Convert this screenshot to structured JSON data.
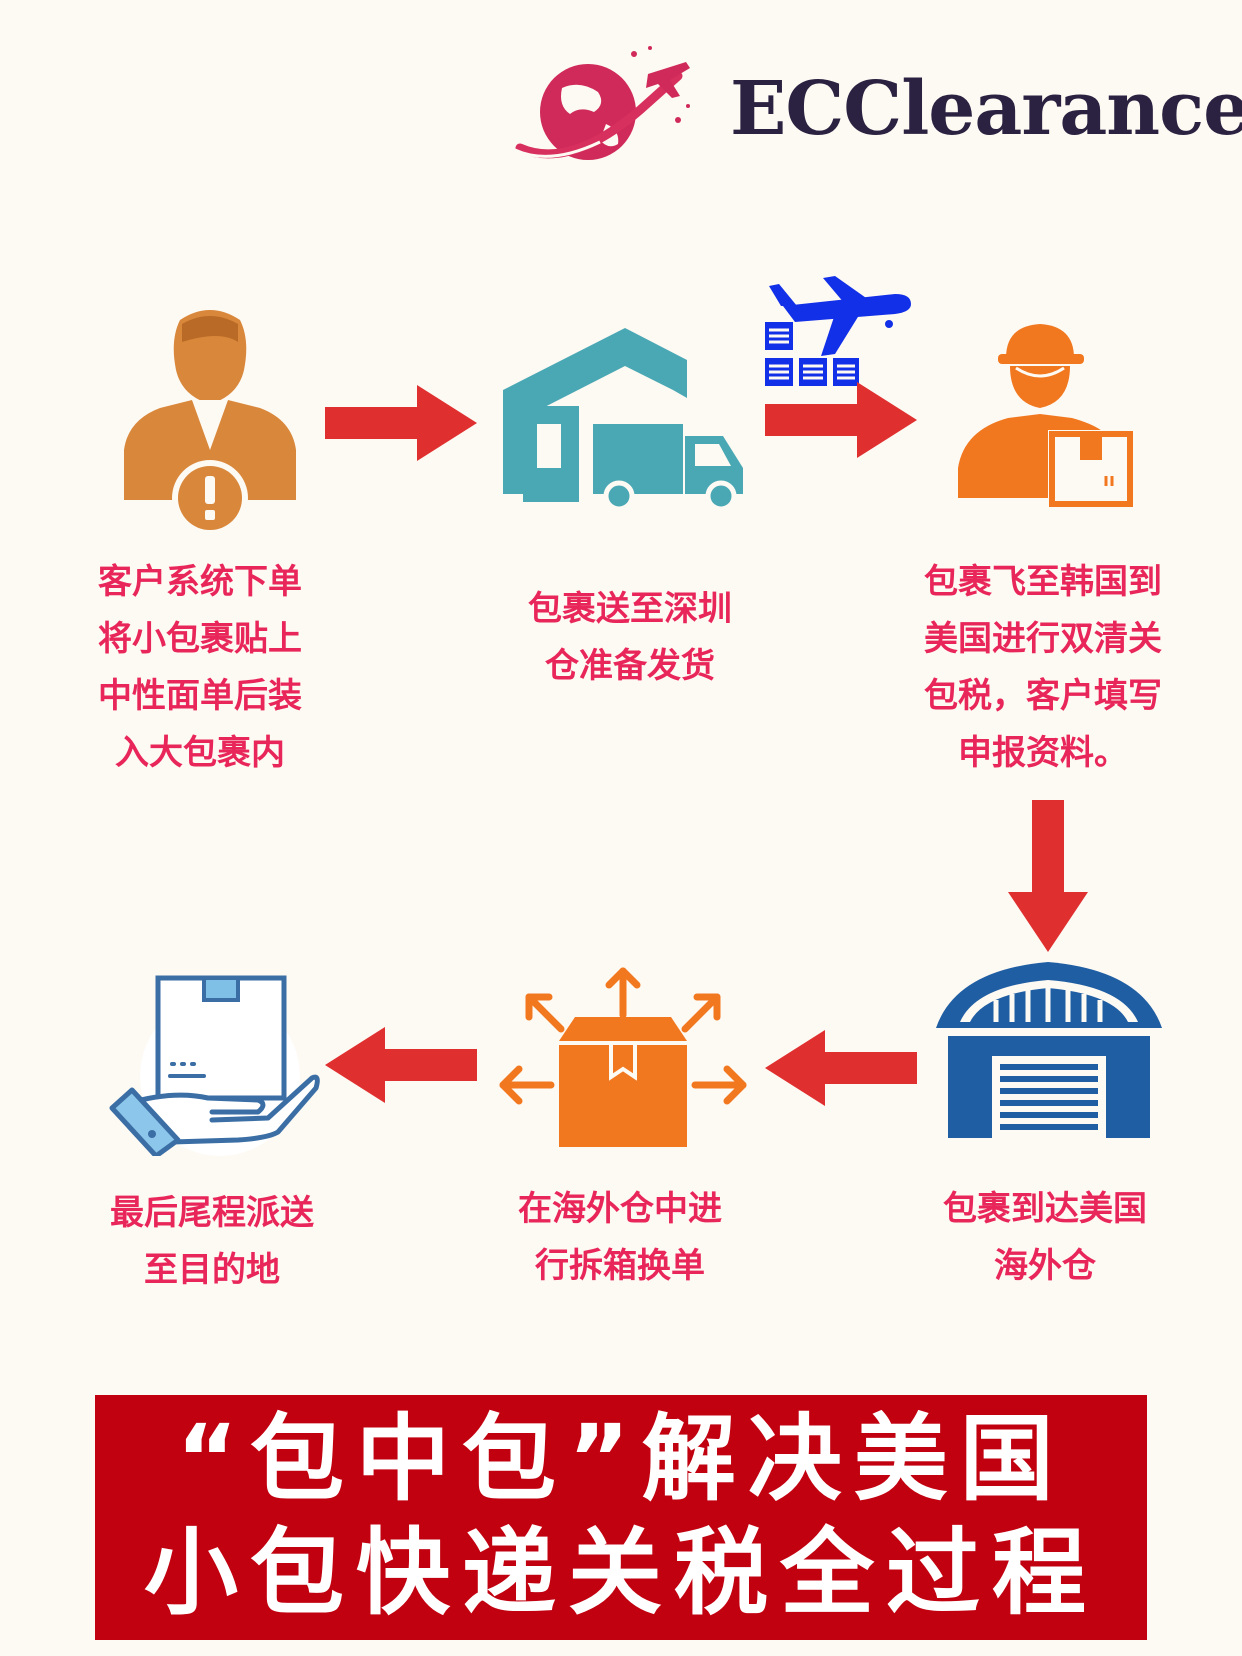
{
  "brand": {
    "name": "ECClearance"
  },
  "steps": [
    {
      "id": "order",
      "lines": [
        "客户系统下单",
        "将小包裹贴上",
        "中性面单后装",
        "入大包裹内"
      ]
    },
    {
      "id": "shenzhen",
      "lines": [
        "包裹送至深圳",
        "仓准备发货"
      ]
    },
    {
      "id": "flight",
      "lines": [
        "包裹飞至韩国到",
        "美国进行双清关",
        "包税，客户填写",
        "申报资料。"
      ]
    },
    {
      "id": "arrive",
      "lines": [
        "包裹到达美国",
        "海外仓"
      ]
    },
    {
      "id": "unpack",
      "lines": [
        "在海外仓中进",
        "行拆箱换单"
      ]
    },
    {
      "id": "delivery",
      "lines": [
        "最后尾程派送",
        "至目的地"
      ]
    }
  ],
  "banner": {
    "line1": "“包中包”解决美国",
    "line2": "小包快递关税全过程"
  },
  "colors": {
    "step_text": "#e8265a",
    "arrow": "#e02f2f",
    "banner_bg": "#c10010",
    "customer_icon": "#d9873a",
    "warehouse_icon": "#4aa8b5",
    "courier_icon": "#f2781f",
    "plane_icon": "#1230e8",
    "storage_icon": "#1f5ea3",
    "hand_icon": "#3a6ea5"
  },
  "icons": [
    "globe-plane-logo",
    "customer-alert-icon",
    "warehouse-truck-icon",
    "plane-cargo-icon",
    "courier-icon",
    "storage-warehouse-icon",
    "box-split-icon",
    "hand-package-icon"
  ]
}
